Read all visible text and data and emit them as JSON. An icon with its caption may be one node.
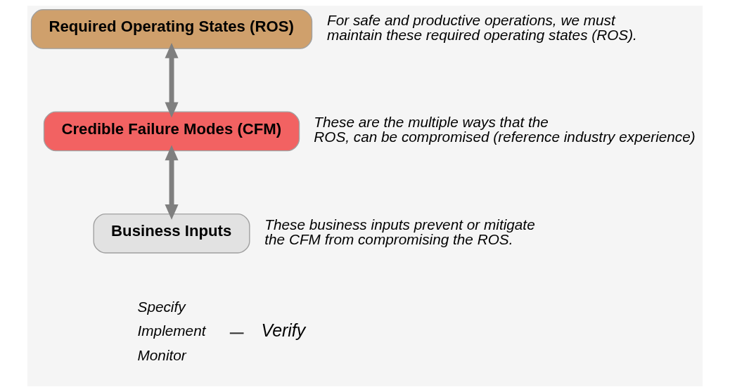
{
  "diagram": {
    "nodes": [
      {
        "text": [
          "Required Operating States (ROS)"
        ],
        "beside": [
          "For safe and productive operations, we must maintain these required operating states (ROS)."
        ]
      },
      {
        "text": [
          "Credible Failure Modes (CFM)"
        ],
        "beside": [
          "These are the multiple ways that the ROS, can be compromised (reference industry experience)"
        ]
      },
      {
        "text": [
          "Business Inputs"
        ],
        "beside": [
          "These business inputs prevent or mitigate the CFM from compromising the ROS."
        ]
      }
    ],
    "edges": [
      {
        "from": 0,
        "to": 1,
        "arrow": "both"
      },
      {
        "from": 1,
        "to": 2,
        "arrow": "both"
      }
    ],
    "labels": [
      "Specify",
      "Implement",
      "Monitor",
      "Verify"
    ]
  }
}
